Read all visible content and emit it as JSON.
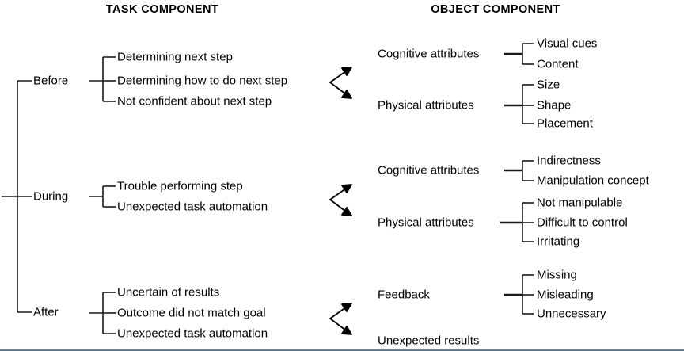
{
  "figure": {
    "headers": {
      "task": "TASK COMPONENT",
      "object": "OBJECT COMPONENT"
    },
    "phases": [
      {
        "id": "before",
        "label": "Before"
      },
      {
        "id": "during",
        "label": "During"
      },
      {
        "id": "after",
        "label": "After"
      }
    ],
    "task_items": {
      "before": [
        "Determining next step",
        "Determining how to do next step",
        "Not confident about next step"
      ],
      "during": [
        "Trouble performing step",
        "Unexpected task automation"
      ],
      "after": [
        "Uncertain of results",
        "Outcome did not match goal",
        "Unexpected task automation"
      ]
    },
    "object_groups": {
      "before": [
        {
          "label": "Cognitive attributes",
          "children": [
            "Visual cues",
            "Content"
          ]
        },
        {
          "label": "Physical attributes",
          "children": [
            "Size",
            "Shape",
            "Placement"
          ]
        }
      ],
      "during": [
        {
          "label": "Cognitive attributes",
          "children": [
            "Indirectness",
            "Manipulation concept"
          ]
        },
        {
          "label": "Physical attributes",
          "children": [
            "Not manipulable",
            "Difficult to control",
            "Irritating"
          ]
        }
      ],
      "after": [
        {
          "label": "Feedback",
          "children": [
            "Missing",
            "Misleading",
            "Unnecessary"
          ]
        },
        {
          "label": "Unexpected results",
          "children": []
        }
      ]
    },
    "colors": {
      "line": "#1a1a1a",
      "text": "#000000",
      "background": "#ffffff",
      "bottom_rule": "#5f7d95"
    }
  }
}
